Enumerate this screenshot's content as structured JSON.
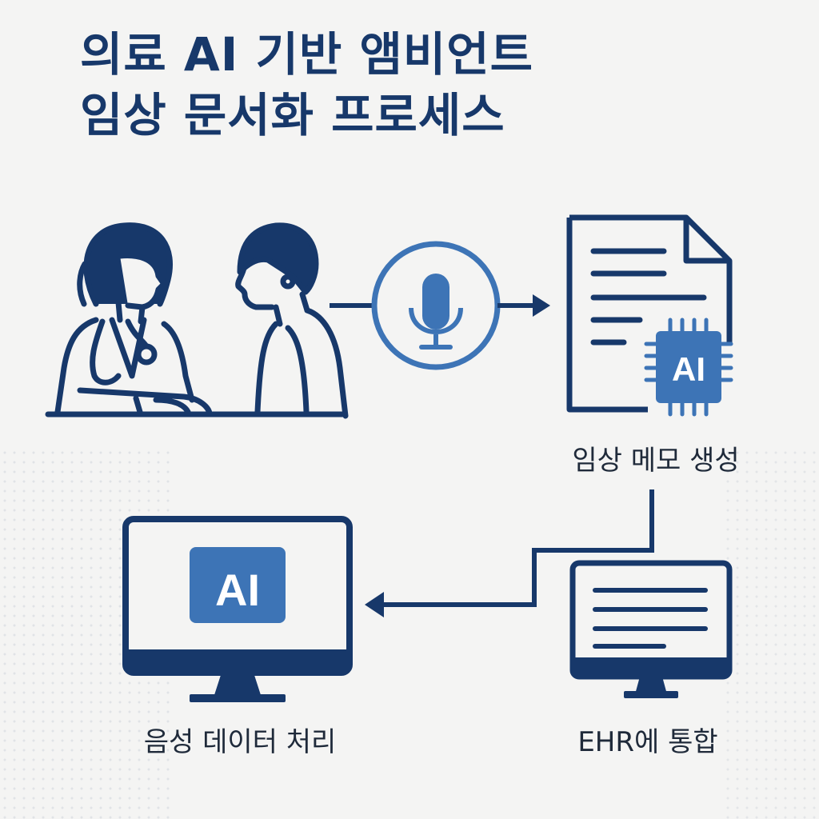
{
  "title": {
    "line1": "의료 AI 기반 앰비언트",
    "line2": "임상 문서화 프로세스"
  },
  "labels": {
    "clinical_memo": "임상 메모 생성",
    "voice_processing": "음성 데이터 처리",
    "ehr_integration": "EHR에 통합"
  },
  "badges": {
    "chip_text": "AI",
    "monitor_text": "AI"
  },
  "icons": [
    "doctor-icon",
    "patient-icon",
    "microphone-icon",
    "document-icon",
    "ai-chip-icon",
    "monitor-icon",
    "ehr-monitor-icon"
  ],
  "colors": {
    "navy": "#17386a",
    "accent_blue": "#3d74b6",
    "background": "#f4f4f3"
  }
}
